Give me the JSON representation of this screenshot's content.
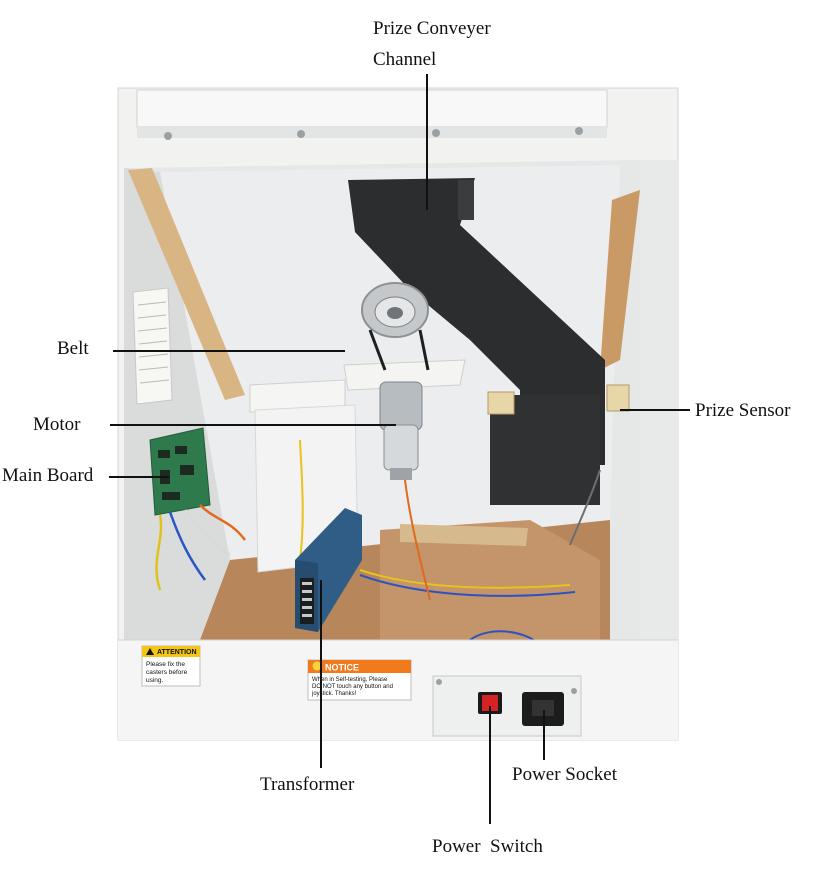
{
  "callouts": {
    "prize_conveyer_channel": [
      "Prize Conveyer",
      "Channel"
    ],
    "belt": "Belt",
    "motor": "Motor",
    "main_board": "Main Board",
    "prize_sensor": "Prize Sensor",
    "transformer": "Transformer",
    "power_socket": "Power Socket",
    "power_switch": "Power  Switch"
  },
  "stickers": {
    "attention": {
      "title": "ATTENTION",
      "lines": [
        "Please fix the",
        "casters before",
        "using."
      ]
    },
    "notice": {
      "title": "NOTICE",
      "lines": [
        "When in Self-testing, Please",
        "DO NOT touch any button and",
        "joystick. Thanks!"
      ]
    }
  },
  "colors": {
    "cabinet_white": "#f2f3f1",
    "interior_panel": "#e9eaea",
    "wood": "#d8b583",
    "floor": "#b7865a",
    "channel_black": "#2b2d2f",
    "transformer_blue": "#2f5d86",
    "switch_red": "#d52222",
    "notice_orange": "#f07a1c",
    "attention_yellow": "#f3c514"
  }
}
